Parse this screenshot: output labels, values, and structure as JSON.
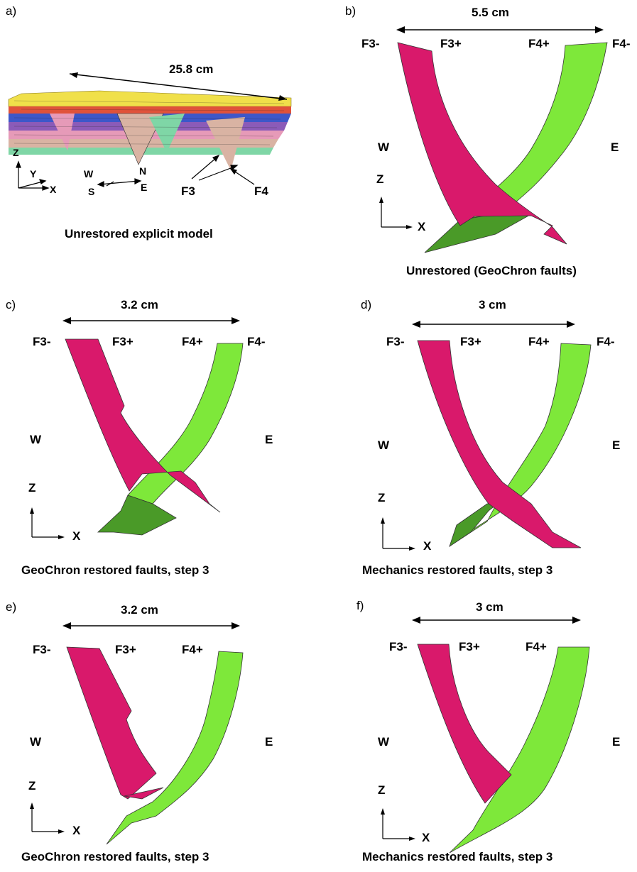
{
  "panels": {
    "a": {
      "label": "a)",
      "width": "25.8 cm",
      "axis_z": "Z",
      "axis_y": "Y",
      "axis_x": "X",
      "comp_w": "W",
      "comp_n": "N",
      "comp_s": "S",
      "comp_e": "E",
      "fault_f3": "F3",
      "fault_f4": "F4",
      "caption": "Unrestored explicit model",
      "layer_colors": [
        "#f0e04a",
        "#e0523a",
        "#3d57c9",
        "#8b5bb8",
        "#e69ab8",
        "#d9b3a3",
        "#7fd6a6"
      ]
    },
    "b": {
      "label": "b)",
      "width": "5.5 cm",
      "f3m": "F3-",
      "f3p": "F3+",
      "f4p": "F4+",
      "f4m": "F4-",
      "west": "W",
      "east": "E",
      "axis_z": "Z",
      "axis_x": "X",
      "caption": "Unrestored (GeoChron faults)"
    },
    "c": {
      "label": "c)",
      "width": "3.2 cm",
      "f3m": "F3-",
      "f3p": "F3+",
      "f4p": "F4+",
      "f4m": "F4-",
      "west": "W",
      "east": "E",
      "axis_z": "Z",
      "axis_x": "X",
      "caption": "GeoChron restored faults, step 3"
    },
    "d": {
      "label": "d)",
      "width": "3 cm",
      "f3m": "F3-",
      "f3p": "F3+",
      "f4p": "F4+",
      "f4m": "F4-",
      "west": "W",
      "east": "E",
      "axis_z": "Z",
      "axis_x": "X",
      "caption": "Mechanics restored faults, step 3"
    },
    "e": {
      "label": "e)",
      "width": "3.2 cm",
      "f3m": "F3-",
      "f3p": "F3+",
      "f4p": "F4+",
      "west": "W",
      "east": "E",
      "axis_z": "Z",
      "axis_x": "X",
      "caption": "GeoChron restored faults, step 3"
    },
    "f": {
      "label": "f)",
      "width": "3 cm",
      "f3m": "F3-",
      "f3p": "F3+",
      "f4p": "F4+",
      "west": "W",
      "east": "E",
      "axis_z": "Z",
      "axis_x": "X",
      "caption": "Mechanics restored faults, step 3"
    }
  },
  "colors": {
    "fault_f3": "#d9196b",
    "fault_f4": "#7ee83a",
    "fault_f4_dark": "#4a9a28"
  }
}
